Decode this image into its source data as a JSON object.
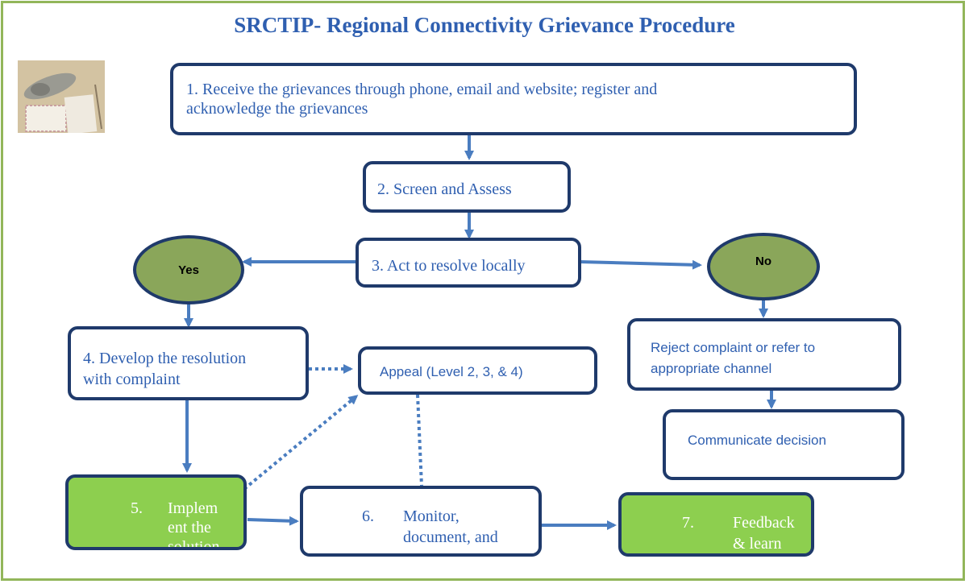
{
  "title": "SRCTIP- Regional Connectivity Grievance Procedure",
  "steps": {
    "s1_line1": "1. Receive the grievances through phone, email and website; register and",
    "s1_line2": "acknowledge the grievances",
    "s2": "2. Screen and Assess",
    "s3": "3. Act to resolve locally",
    "s4_line1": "4. Develop the resolution",
    "s4_line2": "with complaint",
    "appeal": "Appeal (Level 2, 3, & 4)",
    "reject_line1": "Reject complaint or refer to",
    "reject_line2": "appropriate channel",
    "communicate": "Communicate decision",
    "s5_num": "5.",
    "s5_line1": "Implem",
    "s5_line2": "ent the",
    "s5_line3": "solution",
    "s6_num": "6.",
    "s6_line1": "Monitor,",
    "s6_line2": "document, and",
    "s7_num": "7.",
    "s7_line1": "Feedback",
    "s7_line2": "& learn"
  },
  "decisions": {
    "yes": "Yes",
    "no": "No"
  },
  "colors": {
    "border": "#92b65a",
    "title": "#2f5fb0",
    "box_border": "#1f3a6b",
    "arrow": "#4a7dc0",
    "green_fill": "#8dcf4f",
    "oval_fill": "#8aa65a"
  },
  "image": "telephone-and-mail-photo"
}
